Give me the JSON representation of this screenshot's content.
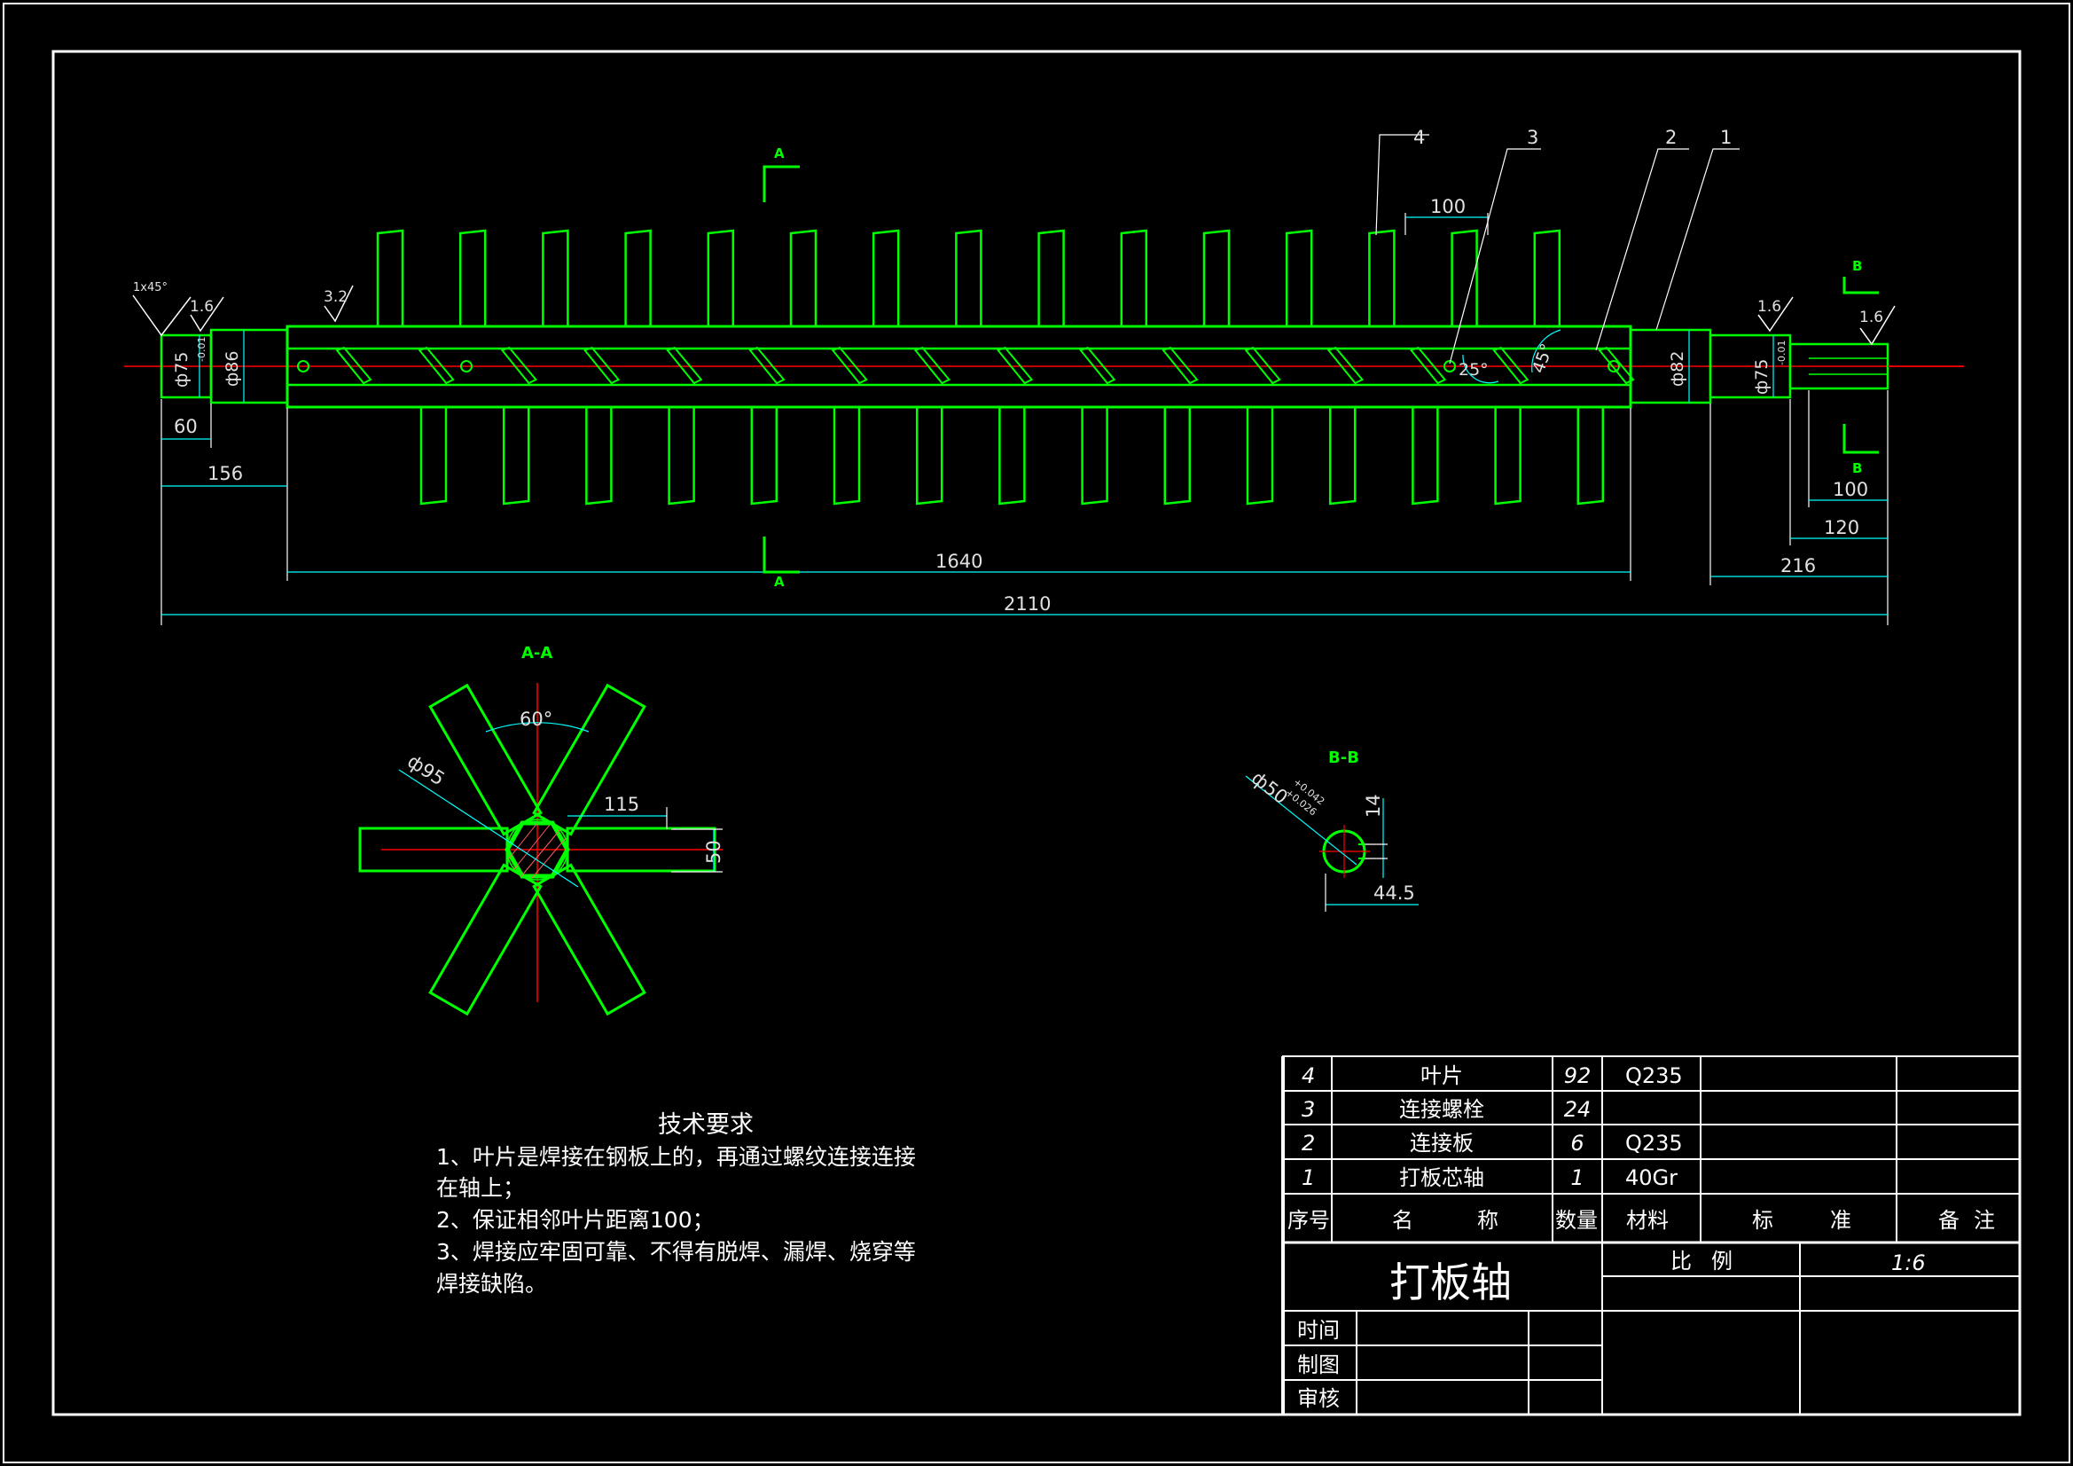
{
  "shaft_dims": {
    "d_left_journal": "ф75",
    "d_left_shoulder": "ф86",
    "d_right_shoulder": "ф82",
    "d_right_journal": "ф75",
    "fit_small": "-0.01",
    "chamfer": "1x45°",
    "rough_32": "3.2",
    "rough_16": "1.6",
    "len_60": "60",
    "len_156": "156",
    "len_1640": "1640",
    "len_2110": "2110",
    "len_100_pitch": "100",
    "len_100": "100",
    "len_120": "120",
    "len_216": "216",
    "angle_25": "25°",
    "angle_45": "45°"
  },
  "balloons": [
    "4",
    "3",
    "2",
    "1"
  ],
  "cut_marks": {
    "a": "A",
    "b": "B"
  },
  "section_aa": {
    "title": "A-A",
    "angle": "60°",
    "diameter": "ф95",
    "len_115": "115",
    "width_50": "50"
  },
  "section_bb": {
    "title": "B-B",
    "diameter": "ф50",
    "tol_up": "+0.042",
    "tol_low": "+0.026",
    "key_14": "14",
    "depth_445": "44.5"
  },
  "notes": {
    "title": "技术要求",
    "lines": [
      "1、叶片是焊接在钢板上的，再通过螺纹连接连接",
      "在轴上；",
      "2、保证相邻叶片距离100；",
      "3、焊接应牢固可靠、不得有脱焊、漏焊、烧穿等",
      "焊接缺陷。"
    ]
  },
  "bom": {
    "rows": [
      {
        "no": "4",
        "name": "叶片",
        "qty": "92",
        "material": "Q235"
      },
      {
        "no": "3",
        "name": "连接螺栓",
        "qty": "24",
        "material": ""
      },
      {
        "no": "2",
        "name": "连接板",
        "qty": "6",
        "material": "Q235"
      },
      {
        "no": "1",
        "name": "打板芯轴",
        "qty": "1",
        "material": "40Gr"
      }
    ],
    "header": {
      "no": "序号",
      "name_a": "名",
      "name_b": "称",
      "qty": "数量",
      "material": "材料",
      "std_a": "标",
      "std_b": "准",
      "remark_a": "备",
      "remark_b": "注"
    }
  },
  "title_block": {
    "part_name": "打板轴",
    "scale_label_a": "比",
    "scale_label_b": "例",
    "scale_value": "1:6",
    "time_label": "时间",
    "drawn_label": "制图",
    "checked_label": "审核"
  }
}
